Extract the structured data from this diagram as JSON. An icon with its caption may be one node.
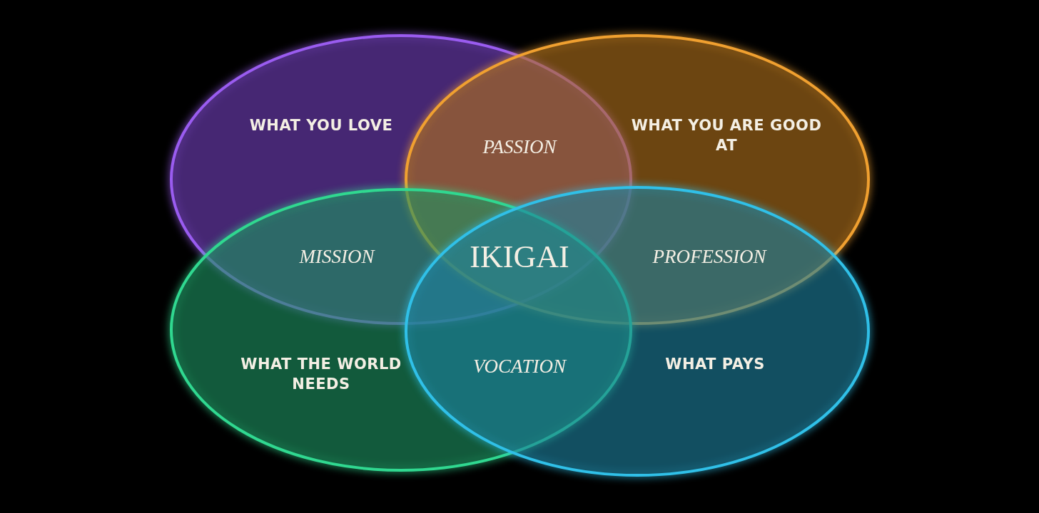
{
  "diagram": {
    "nodes": [
      {
        "text": [
          "WHAT YOU LOVE"
        ]
      },
      {
        "text": [
          "WHAT YOU ARE GOOD AT"
        ]
      },
      {
        "text": [
          "WHAT THE WORLD NEEDS"
        ]
      },
      {
        "text": [
          "WHAT PAYS"
        ]
      }
    ],
    "labels": [
      "PASSION",
      "MISSION",
      "IKIGAI",
      "PROFESSION",
      "VOCATION"
    ]
  }
}
